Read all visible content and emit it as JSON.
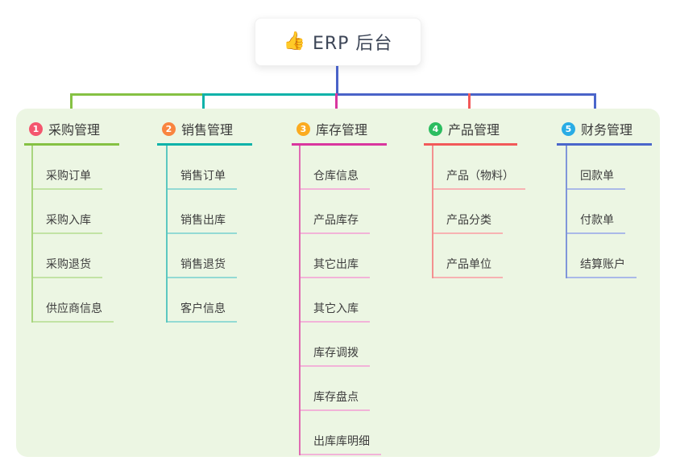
{
  "root": {
    "icon": "👍",
    "label": "ERP 后台"
  },
  "branches": [
    {
      "num": "1",
      "label": "采购管理",
      "children": [
        "采购订单",
        "采购入库",
        "采购退货",
        "供应商信息"
      ],
      "badge_color": "#f4566e",
      "main_color": "#85c143",
      "vert_color": "#a9d57f",
      "child_line_color": "#c2e3a4"
    },
    {
      "num": "2",
      "label": "销售管理",
      "children": [
        "销售订单",
        "销售出库",
        "销售退货",
        "客户信息"
      ],
      "badge_color": "#f98540",
      "main_color": "#0cb2a9",
      "vert_color": "#5cc8c0",
      "child_line_color": "#93dad4"
    },
    {
      "num": "3",
      "label": "库存管理",
      "children": [
        "仓库信息",
        "产品库存",
        "其它出库",
        "其它入库",
        "库存调拨",
        "库存盘点",
        "出库库明细"
      ],
      "badge_color": "#fbab20",
      "main_color": "#d9369e",
      "vert_color": "#e06cb3",
      "child_line_color": "#f2b3d8"
    },
    {
      "num": "4",
      "label": "产品管理",
      "children": [
        "产品（物料）",
        "产品分类",
        "产品单位"
      ],
      "badge_color": "#2cbd60",
      "main_color": "#f25959",
      "vert_color": "#f39090",
      "child_line_color": "#f7b2b2"
    },
    {
      "num": "5",
      "label": "财务管理",
      "children": [
        "回款单",
        "付款单",
        "结算账户"
      ],
      "badge_color": "#29ace5",
      "main_color": "#4a66cb",
      "vert_color": "#8096d9",
      "child_line_color": "#aab9e8"
    }
  ],
  "colors": {
    "root_stem": "#4a63c8",
    "bus_left_green": "#85c143",
    "bus_mid_teal": "#0cb2a9",
    "bus_right_blue": "#4a63c8",
    "panel_bg": "#ecf6e3"
  }
}
